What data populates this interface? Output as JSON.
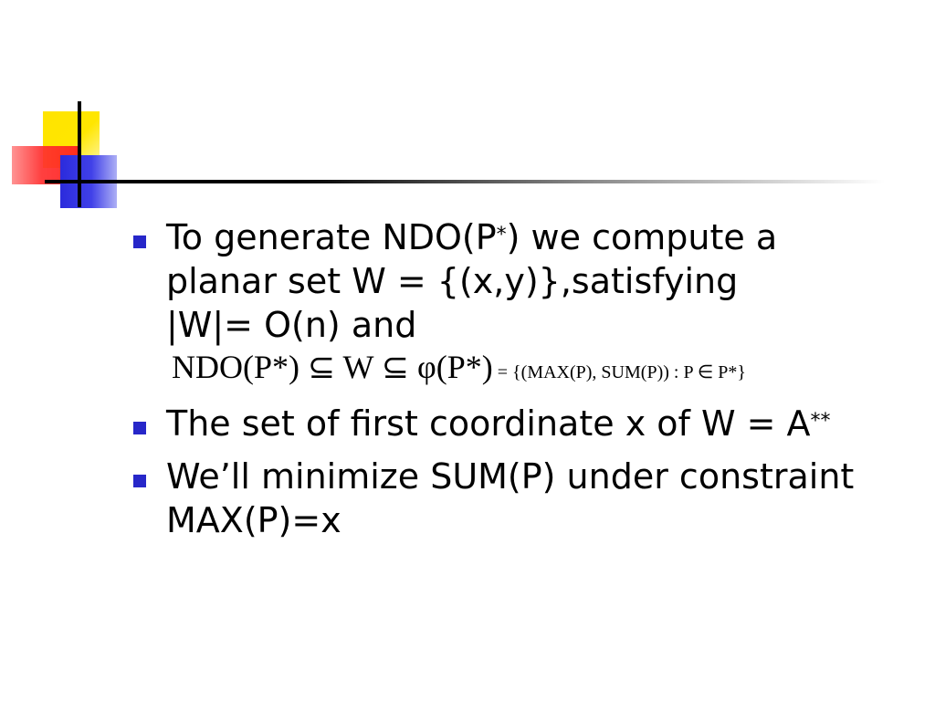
{
  "bullets": [
    {
      "line1": "To generate NDO(P",
      "line1_sup": "*",
      "line1_end": ") we compute a",
      "line2": "planar set W = {(x,y)},satisfying",
      "line3": "|W|= O(n) and",
      "formula_main": "NDO(P*) ⊆ W ⊆ φ(P*)",
      "formula_tail": " = {(MAX(P), SUM(P)) : P ∈ P*}"
    },
    {
      "text": "The set of first coordinate x of W = A",
      "sup": "**"
    },
    {
      "line1": "We’ll minimize SUM(P) under constraint",
      "line2": "MAX(P)=x"
    }
  ],
  "colors": {
    "bullet": "#2727c9",
    "yellow": "#ffe400",
    "red": "#ff2f2f",
    "blue": "#2b2bdc"
  }
}
